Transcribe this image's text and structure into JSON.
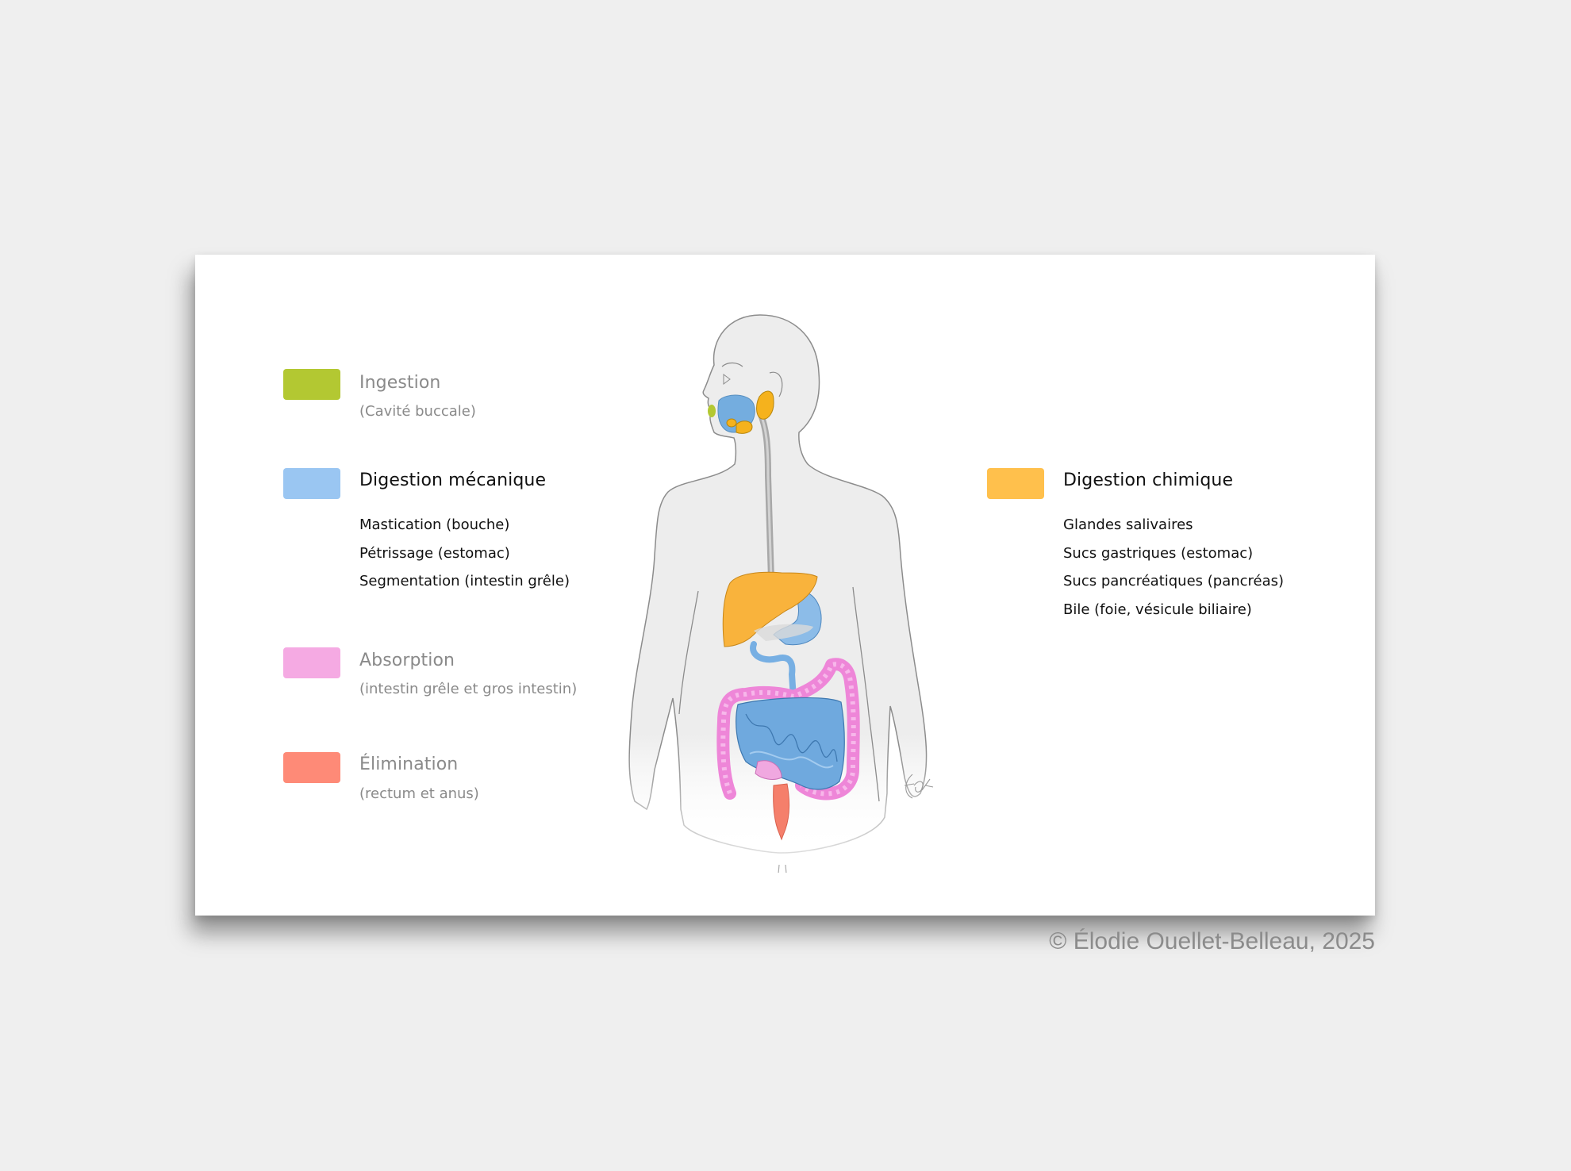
{
  "legend_left": [
    {
      "id": "ingestion",
      "title": "Ingestion",
      "subtitle": "(Cavité buccale)",
      "color": "#b3c832",
      "style": "muted"
    },
    {
      "id": "mechanical",
      "title": "Digestion mécanique",
      "items": [
        "Mastication (bouche)",
        "Pétrissage (estomac)",
        "Segmentation (intestin grêle)"
      ],
      "color": "#9ac6f2",
      "style": "dark"
    },
    {
      "id": "absorption",
      "title": "Absorption",
      "subtitle": "(intestin grêle et gros intestin)",
      "color": "#f5aae3",
      "style": "muted"
    },
    {
      "id": "elimination",
      "title": "Élimination",
      "subtitle": "(rectum et anus)",
      "color": "#fe8a77",
      "style": "muted"
    }
  ],
  "legend_right": {
    "title": "Digestion chimique",
    "items": [
      "Glandes salivaires",
      "Sucs gastriques (estomac)",
      "Sucs pancréatiques (pancréas)",
      "Bile (foie, vésicule biliaire)"
    ],
    "color": "#ffc04c"
  },
  "illustration": {
    "subject": "human digestive system",
    "signature": "EOB"
  },
  "copyright": "© Élodie Ouellet-Belleau, 2025",
  "colors": {
    "background": "#efefef",
    "card": "#ffffff",
    "muted_text": "#8a8a8a",
    "body_fill": "#efefef",
    "body_outline": "#8c8c8c"
  }
}
